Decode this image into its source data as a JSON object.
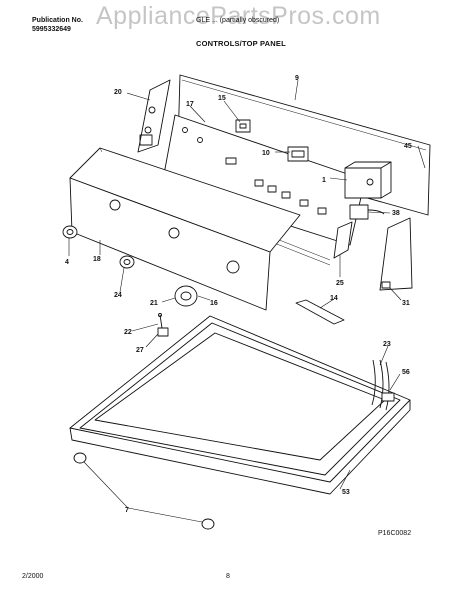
{
  "header": {
    "publication_label": "Publication No.",
    "publication_number": "5995332649",
    "model": "GLE ... (partially obscured)",
    "section_title": "CONTROLS/TOP PANEL"
  },
  "watermark": "AppliancePartsPros.com",
  "callouts": [
    "20",
    "17",
    "15",
    "9",
    "10",
    "45",
    "1",
    "38",
    "25",
    "31",
    "18",
    "4",
    "24",
    "21",
    "16",
    "14",
    "22",
    "27",
    "23",
    "56",
    "53",
    "7"
  ],
  "figure_code": "P16C0082",
  "footer": {
    "date": "2/2000",
    "page": "8"
  }
}
